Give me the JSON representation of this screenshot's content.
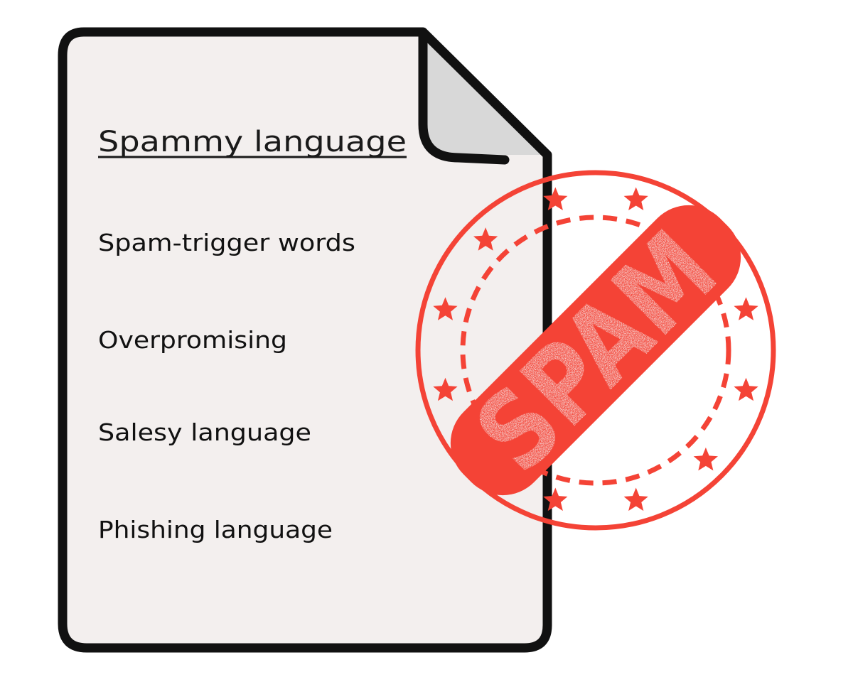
{
  "document": {
    "title": "Spammy language",
    "items": [
      "Spam-trigger words",
      "Overpromising",
      "Salesy language",
      "Phishing language"
    ]
  },
  "stamp": {
    "label": "SPAM",
    "color": "#f44336",
    "text_color": "#f6f1f1",
    "star_count": 12
  },
  "colors": {
    "paper": "#f3efee",
    "fold": "#d8d8d8",
    "outline": "#111111"
  }
}
